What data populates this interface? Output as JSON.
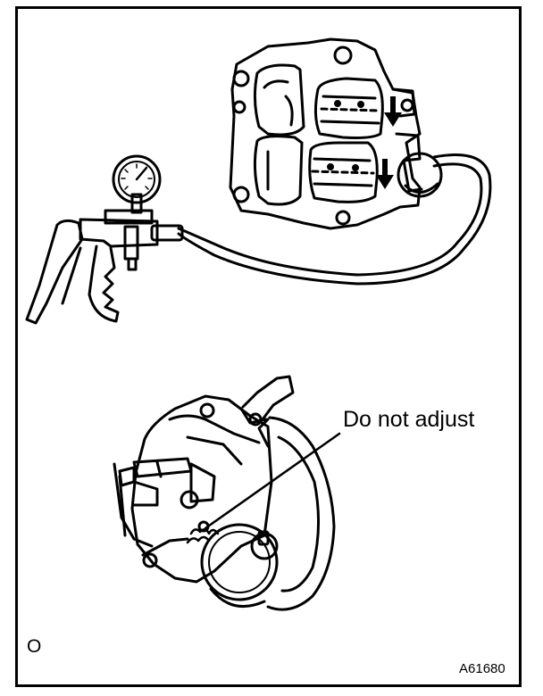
{
  "callout": {
    "text": "Do not adjust"
  },
  "corner_mark": {
    "text": "O"
  },
  "figure_id": {
    "text": "A61680"
  },
  "colors": {
    "line": "#000000",
    "background": "#ffffff"
  },
  "icons": [
    "vacuum-gauge-icon",
    "hand-pump-icon",
    "flow-arrow-icon"
  ]
}
